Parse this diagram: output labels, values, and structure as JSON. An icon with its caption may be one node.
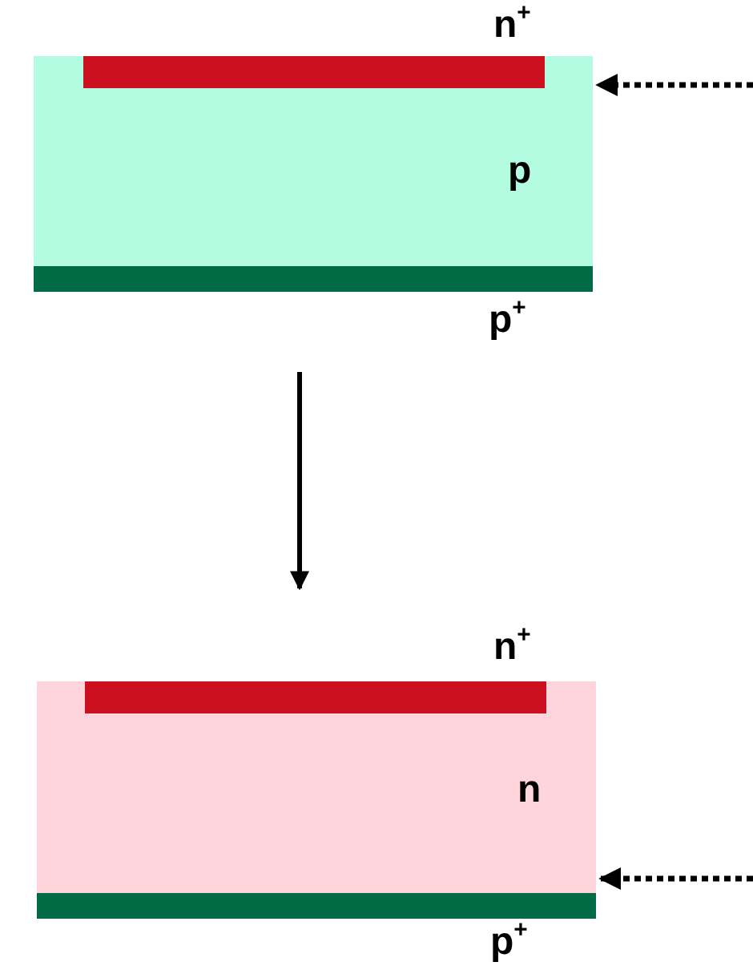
{
  "diagram": {
    "nodes": [
      {
        "text": [
          "p"
        ]
      },
      {
        "text": [],
        "shape": "bar",
        "in": 0,
        "beside": [
          "n$^{+}$"
        ]
      },
      {
        "text": [],
        "shape": "bar",
        "beside": [
          "p$^{+}$"
        ]
      },
      {
        "text": [
          "n"
        ]
      },
      {
        "text": [],
        "shape": "bar",
        "in": 3,
        "beside": [
          "n$^{+}$"
        ]
      },
      {
        "text": [],
        "shape": "bar",
        "beside": [
          "p$^{+}$"
        ]
      }
    ],
    "edges": [
      {
        "from": null,
        "to": 0,
        "arrow": "to",
        "style": "dashed"
      },
      {
        "from": 2,
        "to": 3,
        "arrow": "to"
      },
      {
        "from": null,
        "to": 3,
        "arrow": "to",
        "style": "dashed"
      }
    ]
  }
}
